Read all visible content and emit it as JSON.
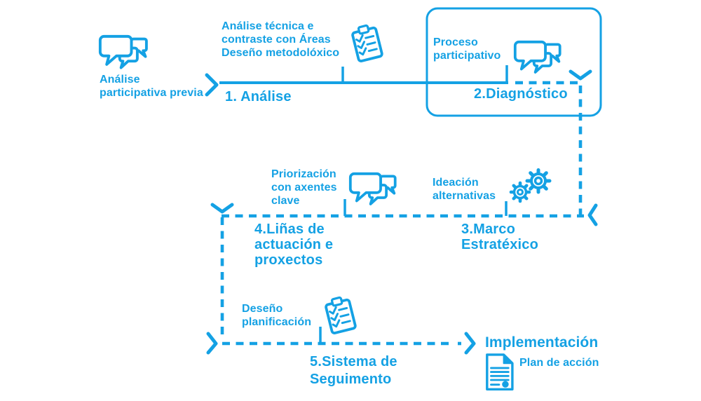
{
  "colors": {
    "accent": "#14A1E4",
    "background": "#FFFFFF"
  },
  "stages": {
    "s1": "1. Análise",
    "s2": "2.Diagnóstico",
    "s3": "3.Marco\nEstratéxico",
    "s4": "4.Liñas de\nactuación e\nproxectos",
    "s5": "5.Sistema de\nSeguimento"
  },
  "annotations": {
    "analise_previa": "Análise\nparticipativa previa",
    "analise_tecnica": "Análise técnica e\ncontraste con Áreas\nDeseño metodolóxico",
    "proceso": "Proceso\nparticipativo",
    "priorizacion": "Priorización\ncon axentes\nclave",
    "ideacion": "Ideación\nalternativas",
    "deseno": "Deseño\nplanificación",
    "implementacion": "Implementación",
    "plan": "Plan de acción"
  },
  "icons": {
    "chat1": "chat-bubbles-icon",
    "chat2": "chat-bubbles-icon",
    "chat3": "chat-bubbles-icon",
    "checklist1": "checklist-clipboard-icon",
    "checklist2": "checklist-clipboard-icon",
    "gears": "gears-icon",
    "document": "action-plan-document-icon"
  }
}
